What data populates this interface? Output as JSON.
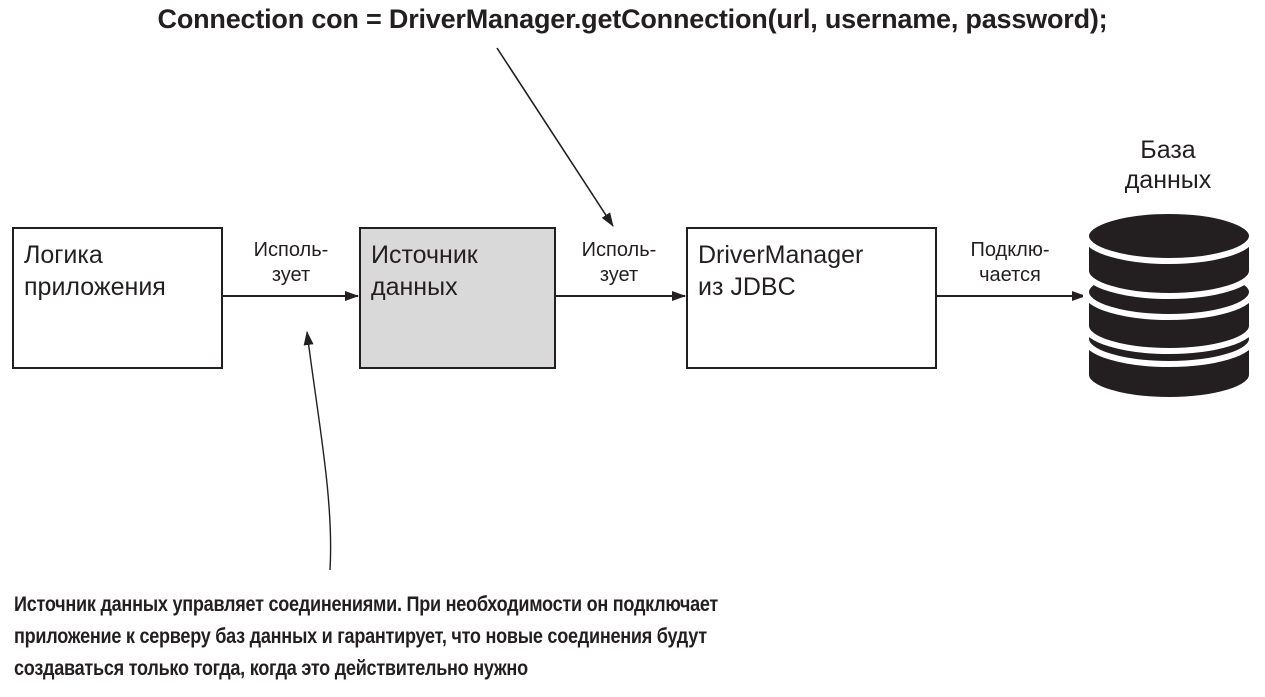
{
  "code_title": "Connection con = DriverManager.getConnection(url, username, password);",
  "boxes": {
    "app": {
      "line1": "Логика",
      "line2": "приложения"
    },
    "data_source": {
      "line1": "Источник",
      "line2": "данных"
    },
    "driver_manager": {
      "line1": "DriverManager",
      "line2": "из JDBC"
    }
  },
  "edges": {
    "uses1": {
      "line1": "Исполь-",
      "line2": "зует"
    },
    "uses2": {
      "line1": "Исполь-",
      "line2": "зует"
    },
    "connects": {
      "line1": "Подклю-",
      "line2": "чается"
    }
  },
  "database": {
    "line1": "База",
    "line2": "данных"
  },
  "note": {
    "line1": "Источник данных управляет соединениями. При необходимости он подключает",
    "line2": "приложение к серверу баз данных и гарантирует, что новые соединения будут",
    "line3": "создаваться только тогда, когда это действительно нужно"
  },
  "colors": {
    "ink": "#231f20",
    "highlight_box": "#d9d9d9",
    "background": "#ffffff"
  }
}
